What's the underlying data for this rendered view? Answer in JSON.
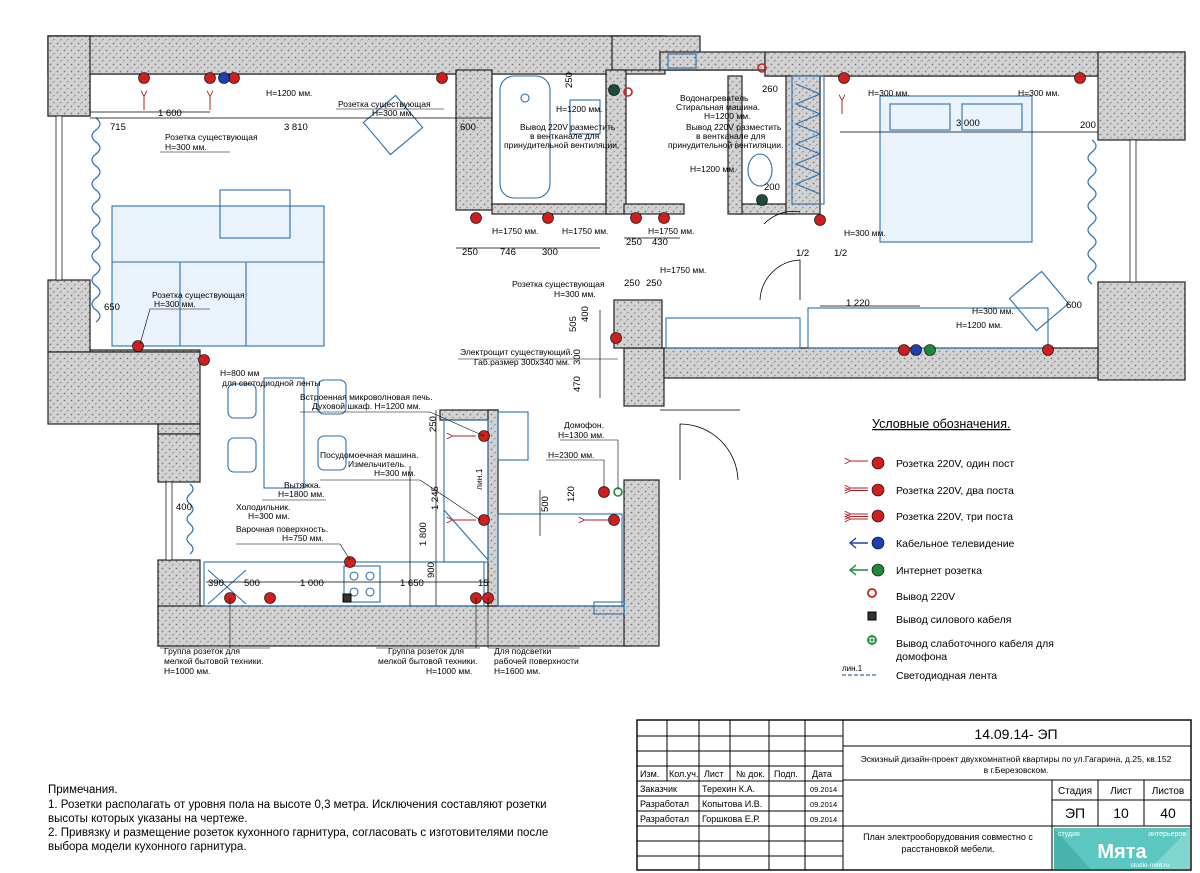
{
  "room_labels": [
    {
      "id": "l1",
      "text": "H=1200 мм."
    },
    {
      "id": "l2",
      "text": "1 600"
    },
    {
      "id": "l3",
      "text": "715"
    },
    {
      "id": "l4",
      "text": "3 810"
    },
    {
      "id": "l5",
      "text": "Розетка существующая"
    },
    {
      "id": "l6",
      "text": "H=300 мм."
    },
    {
      "id": "l7",
      "text": "Розетка существующая"
    },
    {
      "id": "l8",
      "text": "H=300 мм."
    },
    {
      "id": "l9",
      "text": "600"
    },
    {
      "id": "l10",
      "text": "250"
    },
    {
      "id": "l11",
      "text": "H=1200 мм."
    },
    {
      "id": "l12",
      "text": "Вывод 220V разместить"
    },
    {
      "id": "l13",
      "text": "в вентканале для"
    },
    {
      "id": "l14",
      "text": "принудительной вентиляции."
    },
    {
      "id": "l15",
      "text": "Водонагреватель"
    },
    {
      "id": "l16",
      "text": "Стиральная машина."
    },
    {
      "id": "l17",
      "text": "H=1200 мм."
    },
    {
      "id": "l18",
      "text": "Вывод 220V разместить"
    },
    {
      "id": "l19",
      "text": "в вентканале для"
    },
    {
      "id": "l20",
      "text": "принудительной вентиляции."
    },
    {
      "id": "l21",
      "text": "260"
    },
    {
      "id": "l22",
      "text": "H=1200 мм."
    },
    {
      "id": "l23",
      "text": "200"
    },
    {
      "id": "l24",
      "text": "H=300 мм."
    },
    {
      "id": "l25",
      "text": "H=300 мм."
    },
    {
      "id": "l26",
      "text": "3 000"
    },
    {
      "id": "l27",
      "text": "200"
    },
    {
      "id": "l28",
      "text": "H=1750 мм."
    },
    {
      "id": "l29",
      "text": "H=1750 мм."
    },
    {
      "id": "l30",
      "text": "250"
    },
    {
      "id": "l31",
      "text": "746"
    },
    {
      "id": "l32",
      "text": "300"
    },
    {
      "id": "l33",
      "text": "H=1750 мм."
    },
    {
      "id": "l34",
      "text": "250"
    },
    {
      "id": "l35",
      "text": "430"
    },
    {
      "id": "l36",
      "text": "H=300 мм."
    },
    {
      "id": "l37",
      "text": "1/2"
    },
    {
      "id": "l38",
      "text": "1/2"
    },
    {
      "id": "l39",
      "text": "H=1750 мм."
    },
    {
      "id": "l40",
      "text": "250"
    },
    {
      "id": "l41",
      "text": "250"
    },
    {
      "id": "l42",
      "text": "Розетка существующая"
    },
    {
      "id": "l43",
      "text": "H=300 мм."
    },
    {
      "id": "l44",
      "text": "1 220"
    },
    {
      "id": "l45",
      "text": "H=300 мм."
    },
    {
      "id": "l46",
      "text": "H=1200 мм."
    },
    {
      "id": "l47",
      "text": "600"
    },
    {
      "id": "l48",
      "text": "Розетка существующая"
    },
    {
      "id": "l49",
      "text": "H=300 мм."
    },
    {
      "id": "l50",
      "text": "650"
    },
    {
      "id": "l51",
      "text": "505"
    },
    {
      "id": "l52",
      "text": "400"
    },
    {
      "id": "l53",
      "text": "300"
    },
    {
      "id": "l54",
      "text": "470"
    },
    {
      "id": "l55",
      "text": "Электрощит существующий."
    },
    {
      "id": "l56",
      "text": "Габ.размер 300х340 мм."
    },
    {
      "id": "l57",
      "text": "H=800 мм"
    },
    {
      "id": "l58",
      "text": "для светодиодной ленты"
    },
    {
      "id": "l59",
      "text": "Встроенная микроволновая печь."
    },
    {
      "id": "l60",
      "text": "Духовой шкаф. H=1200 мм."
    },
    {
      "id": "l61",
      "text": "250"
    },
    {
      "id": "l62",
      "text": "Домофон."
    },
    {
      "id": "l63",
      "text": "H=1300 мм."
    },
    {
      "id": "l64",
      "text": "Посудомоечная машина."
    },
    {
      "id": "l65",
      "text": "Измельчитель."
    },
    {
      "id": "l66",
      "text": "H=300 мм."
    },
    {
      "id": "l67",
      "text": "H=2300 мм."
    },
    {
      "id": "l68",
      "text": "Вытяжка."
    },
    {
      "id": "l69",
      "text": "H=1800 мм."
    },
    {
      "id": "l70",
      "text": "1 245"
    },
    {
      "id": "l71",
      "text": "лин.1"
    },
    {
      "id": "l72",
      "text": "500"
    },
    {
      "id": "l73",
      "text": "120"
    },
    {
      "id": "l74",
      "text": "400"
    },
    {
      "id": "l75",
      "text": "Холодильник."
    },
    {
      "id": "l76",
      "text": "H=300 мм."
    },
    {
      "id": "l77",
      "text": "Варочная поверхность."
    },
    {
      "id": "l78",
      "text": "H=750 мм."
    },
    {
      "id": "l79",
      "text": "1 800"
    },
    {
      "id": "l80",
      "text": "900"
    },
    {
      "id": "l81",
      "text": "390"
    },
    {
      "id": "l82",
      "text": "500"
    },
    {
      "id": "l83",
      "text": "1 000"
    },
    {
      "id": "l84",
      "text": "1 650"
    },
    {
      "id": "l85",
      "text": "15"
    },
    {
      "id": "l86",
      "text": "Группа розеток для"
    },
    {
      "id": "l87",
      "text": "мелкой бытовой техники."
    },
    {
      "id": "l88",
      "text": "H=1000 мм."
    },
    {
      "id": "l89",
      "text": "Группа розеток для"
    },
    {
      "id": "l90",
      "text": "мелкой бытовой техники."
    },
    {
      "id": "l91",
      "text": "H=1000 мм."
    },
    {
      "id": "l92",
      "text": "Для подсветки"
    },
    {
      "id": "l93",
      "text": "рабочей поверхности"
    },
    {
      "id": "l94",
      "text": "H=1600 мм."
    }
  ],
  "legend": {
    "title": "Условные обозначения.",
    "items": [
      {
        "text": "Розетка 220V, один пост",
        "sym": "socket-1"
      },
      {
        "text": "Розетка 220V, два поста",
        "sym": "socket-2"
      },
      {
        "text": "Розетка 220V, три поста",
        "sym": "socket-3"
      },
      {
        "text": "Кабельное телевидение",
        "sym": "tv"
      },
      {
        "text": "Интернет розетка",
        "sym": "net"
      },
      {
        "text": "Вывод 220V",
        "sym": "out220"
      },
      {
        "text": "Вывод силового кабеля",
        "sym": "power"
      },
      {
        "text": "Вывод слаботочного кабеля для",
        "text2": "домофона",
        "sym": "intercom"
      },
      {
        "text": "Светодиодная лента",
        "label": "лин.1",
        "sym": "led"
      }
    ]
  },
  "notes": {
    "title": "Примечания.",
    "lines": [
      "1. Розетки располагать от уровня пола на высоте 0,3 метра. Исключения составляют розетки",
      "высоты которых указаны на чертеже.",
      "2. Привязку и размещение розеток кухонного гарнитура, согласовать с изготовителями после",
      "выбора модели кухонного гарнитура."
    ]
  },
  "title_block": {
    "code": "14.09.14- ЭП",
    "project": "Эскизный дизайн-проект двухкомнатной квартиры по ул.Гагарина, д.25, кв.152",
    "city": "в г.Березовском.",
    "headers": [
      "Изм.",
      "Кол.уч.",
      "Лист",
      "№ док.",
      "Подп.",
      "Дата"
    ],
    "rows": [
      {
        "role": "Заказчик",
        "name": "Терехин К.А.",
        "date": "09.2014"
      },
      {
        "role": "Разработал",
        "name": "Копытова И.В.",
        "date": "09.2014"
      },
      {
        "role": "Разработал",
        "name": "Горшкова Е.Р.",
        "date": "09.2014"
      }
    ],
    "stage_label": "Стадия",
    "sheet_label": "Лист",
    "sheets_label": "Листов",
    "stage": "ЭП",
    "sheet": "10",
    "sheets": "40",
    "sheet_title_1": "План электрооборудования совместно с",
    "sheet_title_2": "расстановкой мебели.",
    "logo_studio": "студия",
    "logo_interior": "интерьеров",
    "logo_name": "Мята",
    "logo_site": "studio-mint.ru"
  },
  "colors": {
    "socket": "#cc1f1f",
    "tv": "#1f3fb0",
    "net": "#1c8a3a",
    "arrow": "#b02020",
    "furniture": "#2a6fae",
    "logo": "#5cc7c0"
  }
}
